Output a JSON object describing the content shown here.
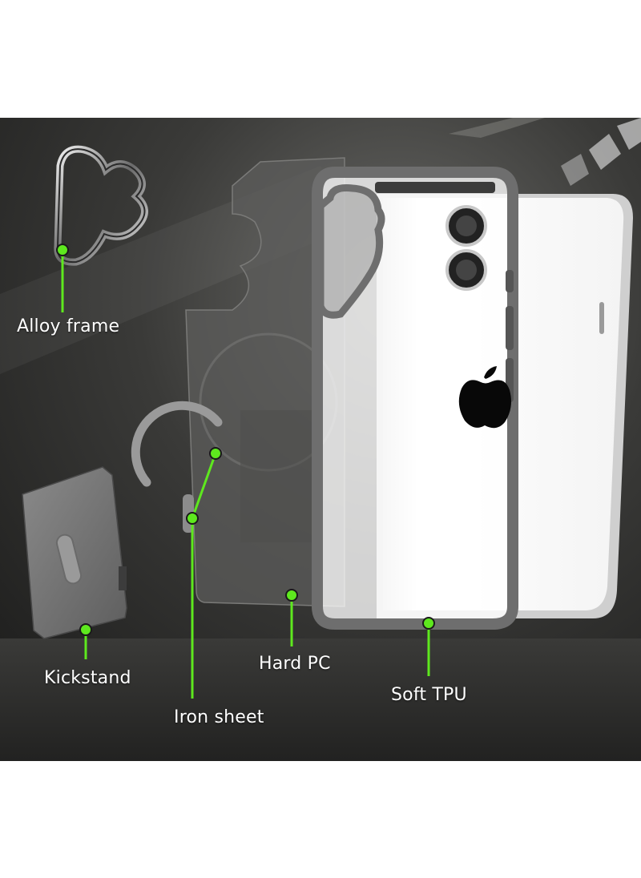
{
  "labels": {
    "alloy_frame": "Alloy frame",
    "iron_sheet": "Iron sheet",
    "kickstand": "Kickstand",
    "hard_pc": "Hard PC",
    "soft_tpu": "Soft TPU"
  },
  "colors": {
    "background_dark": "#2a2a29",
    "accent_green": "#5ee81e",
    "case_gray": "#6e6e6e",
    "phone_white": "#ffffff"
  }
}
